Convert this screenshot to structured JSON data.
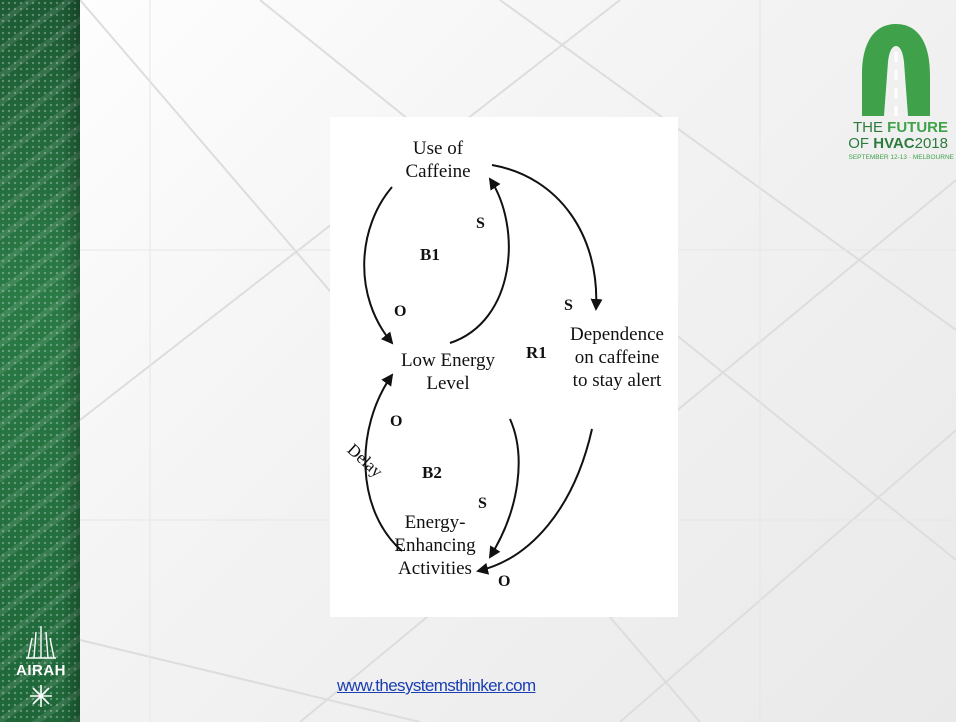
{
  "logo": {
    "line1_a": "THE",
    "line1_b": "FUTURE",
    "line2_a": "OF",
    "line2_b": "HVAC",
    "line2_c": "2018",
    "line3": "SEPTEMBER 12-13 · MELBOURNE",
    "brand_color": "#3fa24b"
  },
  "sidebar": {
    "brand": "AIRAH",
    "color": "#1f6a3a"
  },
  "diagram": {
    "nodes": {
      "caffeine_1": "Use of",
      "caffeine_2": "Caffeine",
      "low_energy_1": "Low Energy",
      "low_energy_2": "Level",
      "dependence_1": "Dependence",
      "dependence_2": "on caffeine",
      "dependence_3": "to stay alert",
      "activities_1": "Energy-",
      "activities_2": "Enhancing",
      "activities_3": "Activities"
    },
    "loops": {
      "b1": "B1",
      "b2": "B2",
      "r1": "R1"
    },
    "polarity": {
      "s_top": "S",
      "o_left": "O",
      "s_right": "S",
      "o_mid": "O",
      "s_lower": "S",
      "o_bottom": "O"
    },
    "delay_label": "Delay"
  },
  "footer": {
    "url": "www.thesystemsthinker.com"
  }
}
